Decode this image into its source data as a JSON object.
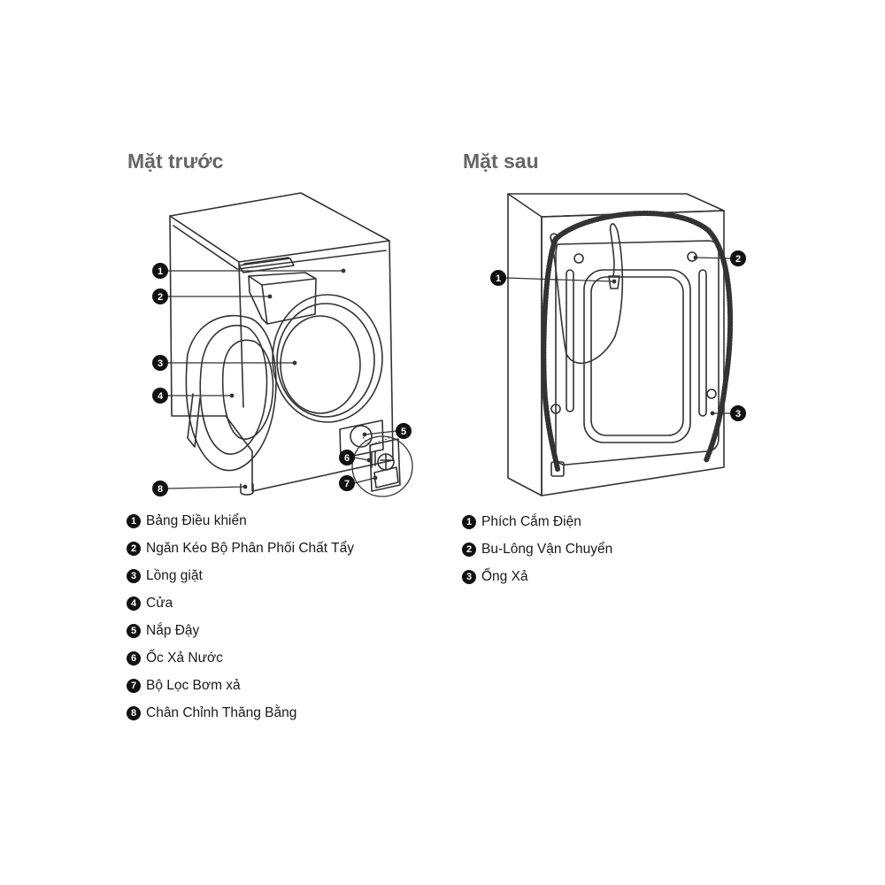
{
  "colors": {
    "line": "#333333",
    "title": "#666666",
    "callout": "#111111"
  },
  "front": {
    "title": "Mặt trước",
    "callouts": [
      "1",
      "2",
      "3",
      "4",
      "5",
      "6",
      "7",
      "8"
    ],
    "legend": [
      {
        "num": "1",
        "label": "Bảng Điều khiển"
      },
      {
        "num": "2",
        "label": "Ngăn Kéo Bộ Phân Phối Chất Tẩy"
      },
      {
        "num": "3",
        "label": "Lồng giặt"
      },
      {
        "num": "4",
        "label": "Cửa"
      },
      {
        "num": "5",
        "label": "Nắp Đậy"
      },
      {
        "num": "6",
        "label": "Ốc Xả Nước"
      },
      {
        "num": "7",
        "label": "Bộ Lọc Bơm xả"
      },
      {
        "num": "8",
        "label": "Chân Chỉnh Thăng Bằng"
      }
    ]
  },
  "rear": {
    "title": "Mặt sau",
    "callouts": [
      "1",
      "2",
      "3"
    ],
    "legend": [
      {
        "num": "1",
        "label": "Phích Cắm Điện"
      },
      {
        "num": "2",
        "label": "Bu-Lông Vận Chuyển"
      },
      {
        "num": "3",
        "label": "Ống Xả"
      }
    ]
  }
}
